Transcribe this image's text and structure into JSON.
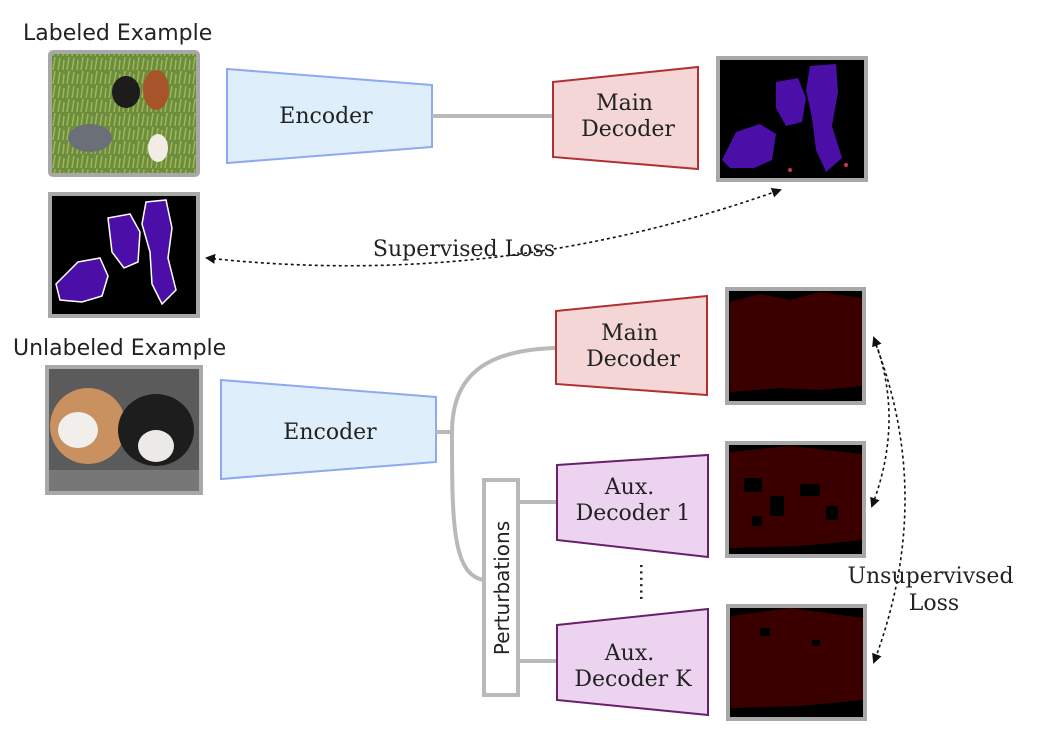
{
  "labeled": {
    "title": "Labeled Example",
    "encoder_label": "Encoder",
    "main_decoder": [
      "Main",
      "Decoder"
    ],
    "loss_label": "Supervised Loss"
  },
  "unlabeled": {
    "title": "Unlabeled Example",
    "encoder_label": "Encoder",
    "main_decoder": [
      "Main",
      "Decoder"
    ],
    "aux_decoder_1": [
      "Aux.",
      "Decoder 1"
    ],
    "aux_decoder_k": [
      "Aux.",
      "Decoder K"
    ],
    "perturbations_label": "Perturbations",
    "dots": "......",
    "loss_label": [
      "Unsupervivsed",
      "Loss"
    ]
  },
  "colors": {
    "encoder_fill": "#deeefa",
    "encoder_stroke": "#8fa8f0",
    "main_decoder_fill": "#f4d6d6",
    "main_decoder_stroke": "#b23030",
    "aux_decoder_fill": "#ecd3ef",
    "aux_decoder_stroke": "#6a1f6a",
    "connector": "#b9b9b9",
    "frame": "#a8a8a8",
    "mask_purple": "#4b0fa8",
    "pred_dark_red": "#3a0000"
  }
}
